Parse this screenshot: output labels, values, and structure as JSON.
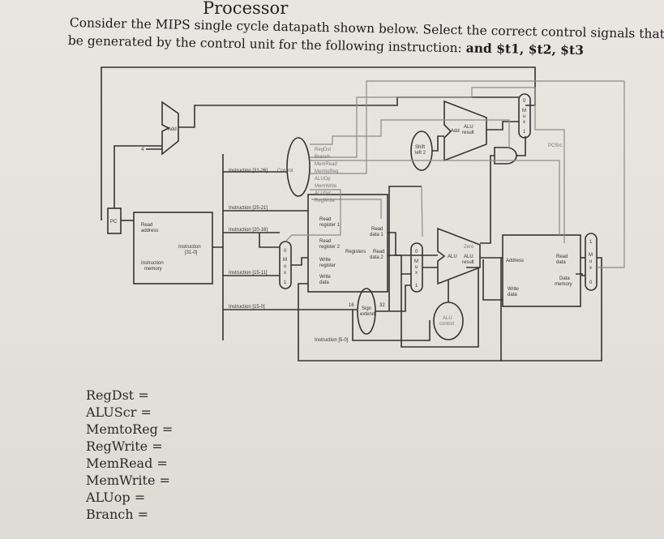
{
  "heading": "Processor",
  "question": {
    "line1": "Consider the MIPS single cycle datapath shown below. Select the correct control signals that will",
    "line2_prefix": "be generated by the control unit for the following instruction: ",
    "instruction": "and $t1, $t2, $t3"
  },
  "diagram": {
    "pc": "PC",
    "four": "4",
    "add_top": "Add",
    "add_branch": "Add",
    "alu_result_top": [
      "ALU",
      "result"
    ],
    "shift": [
      "Shift",
      "left 2"
    ],
    "pcsrc": "PCSrc",
    "control": "Control",
    "control_signals": [
      "RegDst",
      "Branch",
      "MemRead",
      "MemtoReg",
      "ALUOp",
      "MemWrite",
      "ALUSrc",
      "RegWrite"
    ],
    "imem": {
      "read_address": [
        "Read",
        "address"
      ],
      "instruction": [
        "Instruction",
        "[31-0]"
      ],
      "label": [
        "Instruction",
        "memory"
      ]
    },
    "fields": [
      "Instruction [31-26]",
      "Instruction [25-21]",
      "Instruction [20-16]",
      "Instruction [15-11]",
      "Instruction [15-0]",
      "Instruction [5-0]"
    ],
    "regs": {
      "rr1": [
        "Read",
        "register 1"
      ],
      "rr2": [
        "Read",
        "register 2"
      ],
      "wr": [
        "Write",
        "register"
      ],
      "wd": [
        "Write",
        "data"
      ],
      "rd1": [
        "Read",
        "data 1"
      ],
      "rd2": [
        "Read",
        "data 2"
      ],
      "label": "Registers"
    },
    "sign": [
      "Sign",
      "extend"
    ],
    "bits16": "16",
    "bits32": "32",
    "alu": {
      "zero": "Zero",
      "alu": "ALU",
      "result": [
        "ALU",
        "result"
      ]
    },
    "alu_control": [
      "ALU",
      "control"
    ],
    "dmem": {
      "address": "Address",
      "read": [
        "Read",
        "data"
      ],
      "write": [
        "Write",
        "data"
      ],
      "label": [
        "Data",
        "memory"
      ]
    },
    "mux_top": [
      "0",
      "M",
      "u",
      "x",
      "1"
    ],
    "mux_bot": [
      "1",
      "M",
      "u",
      "x",
      "0"
    ]
  },
  "signals": [
    {
      "name": "RegDst",
      "value": ""
    },
    {
      "name": "ALUScr",
      "value": ""
    },
    {
      "name": "MemtoReg",
      "value": ""
    },
    {
      "name": "RegWrite",
      "value": ""
    },
    {
      "name": "MemRead",
      "value": ""
    },
    {
      "name": "MemWrite",
      "value": ""
    },
    {
      "name": "ALUop",
      "value": ""
    },
    {
      "name": "Branch",
      "value": ""
    }
  ]
}
